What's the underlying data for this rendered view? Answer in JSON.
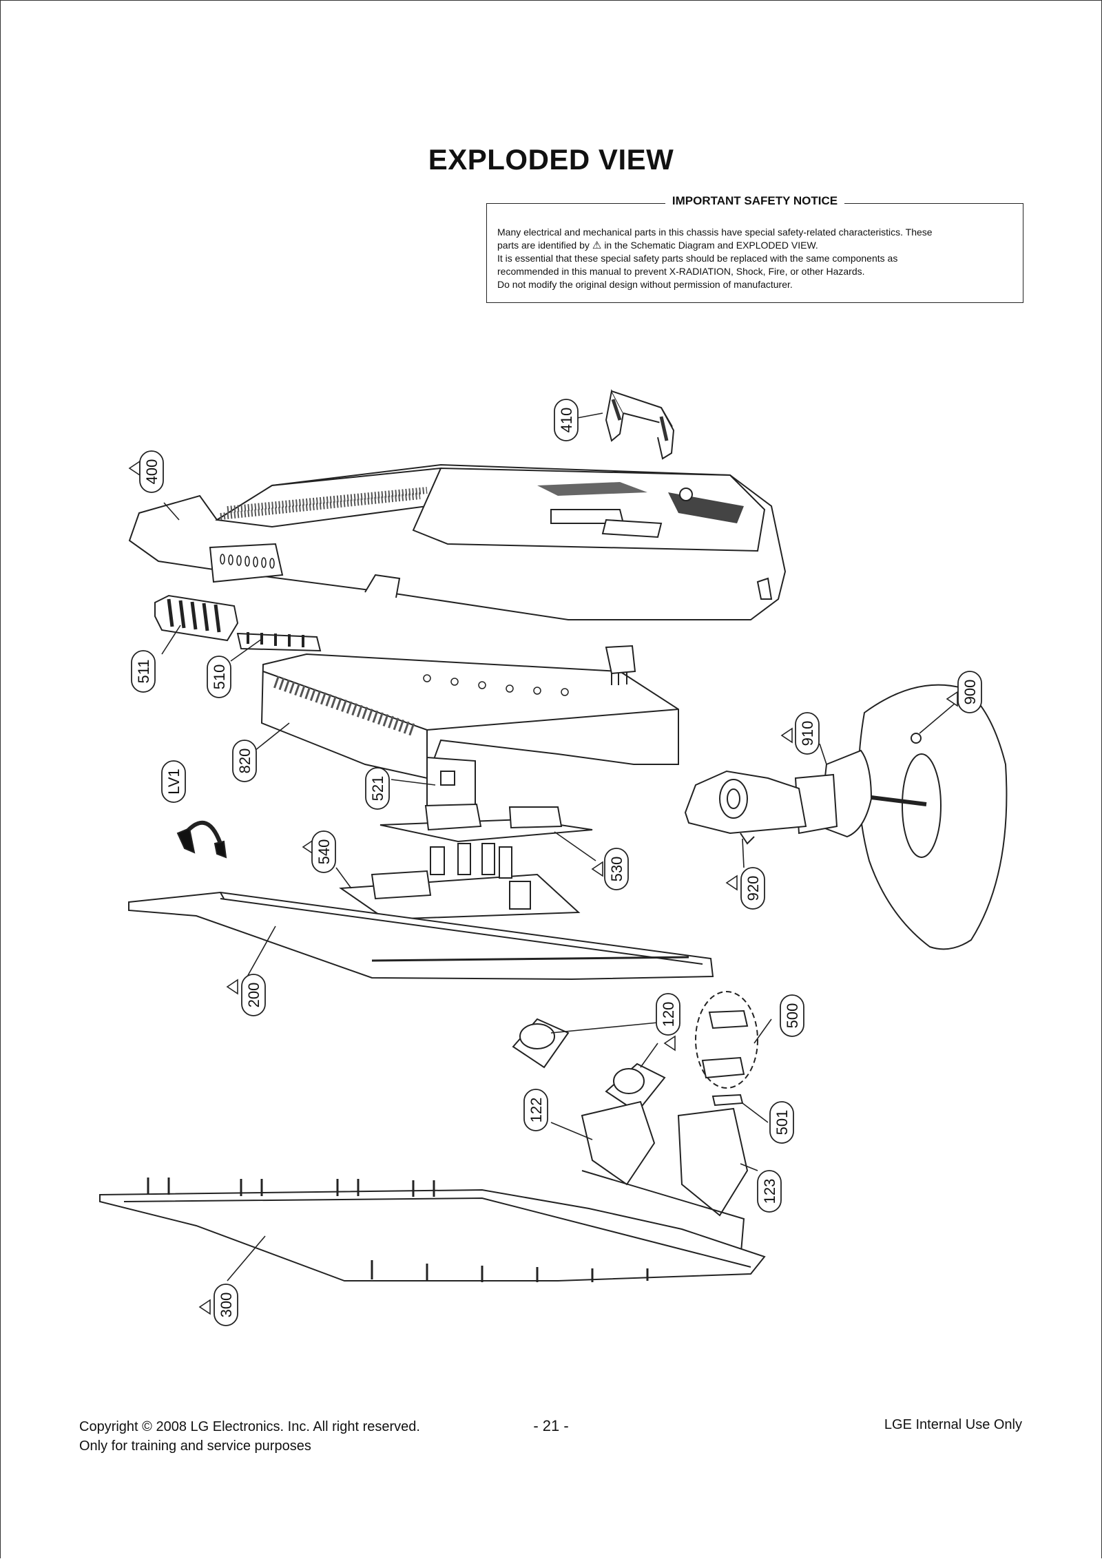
{
  "page": {
    "title": "EXPLODED VIEW",
    "notice": {
      "heading": "IMPORTANT SAFETY NOTICE",
      "line1": "Many electrical and mechanical parts in this chassis have special safety-related characteristics. These",
      "line2a": "parts are identified by",
      "line2b": "in the Schematic Diagram and EXPLODED VIEW.",
      "line3": "It is essential that these special safety parts should be replaced with the same components as",
      "line4": "recommended in this manual to prevent X-RADIATION, Shock, Fire, or other Hazards.",
      "line5": "Do not modify the original design without permission of manufacturer."
    },
    "footer": {
      "copyright": "Copyright © 2008 LG Electronics. Inc. All right reserved.",
      "purpose": "Only for training and service purposes",
      "page_number": "- 21 -",
      "internal": "LGE Internal Use Only"
    },
    "part_labels": {
      "p410": "410",
      "p400": "400",
      "p511": "511",
      "p510": "510",
      "p820": "820",
      "pLV1": "LV1",
      "p521": "521",
      "p540": "540",
      "p530": "530",
      "p910": "910",
      "p900": "900",
      "p920": "920",
      "p200": "200",
      "p120": "120",
      "p500": "500",
      "p122": "122",
      "p501": "501",
      "p123": "123",
      "p300": "300"
    },
    "icons": {
      "safety_mark": "warning-triangle-icon"
    }
  }
}
